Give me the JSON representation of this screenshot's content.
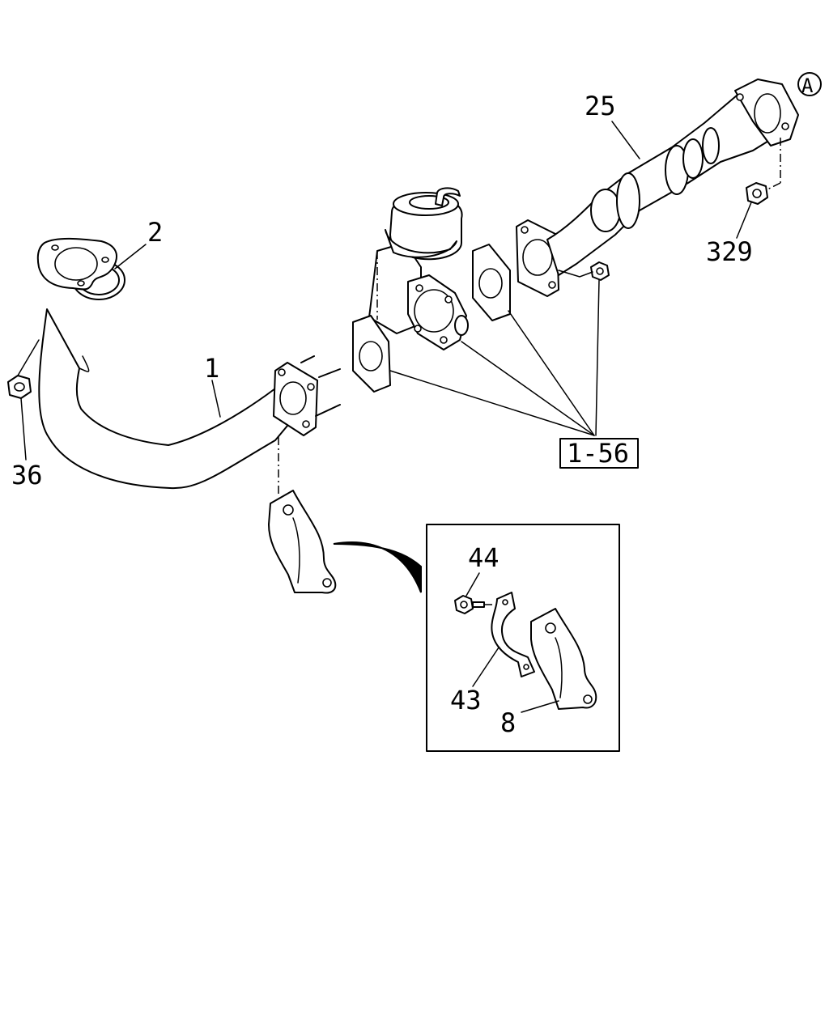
{
  "callouts": {
    "part_1": "1",
    "part_2": "2",
    "part_25": "25",
    "part_36": "36",
    "part_329": "329",
    "ref_box": "1-56",
    "view_marker": "A",
    "part_44": "44",
    "part_43": "43",
    "part_8": "8"
  }
}
